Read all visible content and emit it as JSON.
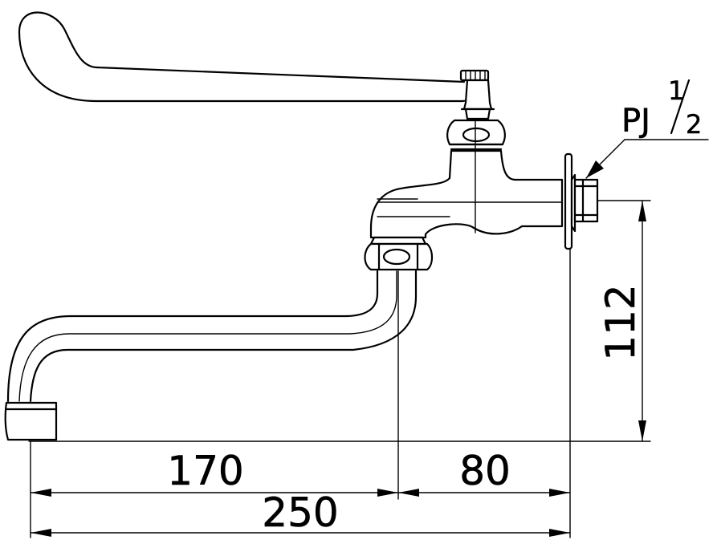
{
  "dimensions": {
    "spout_reach": "170",
    "body_offset": "80",
    "overall_length": "250",
    "height": "112"
  },
  "thread": {
    "prefix": "PJ",
    "numerator": "1",
    "denominator": "2"
  }
}
